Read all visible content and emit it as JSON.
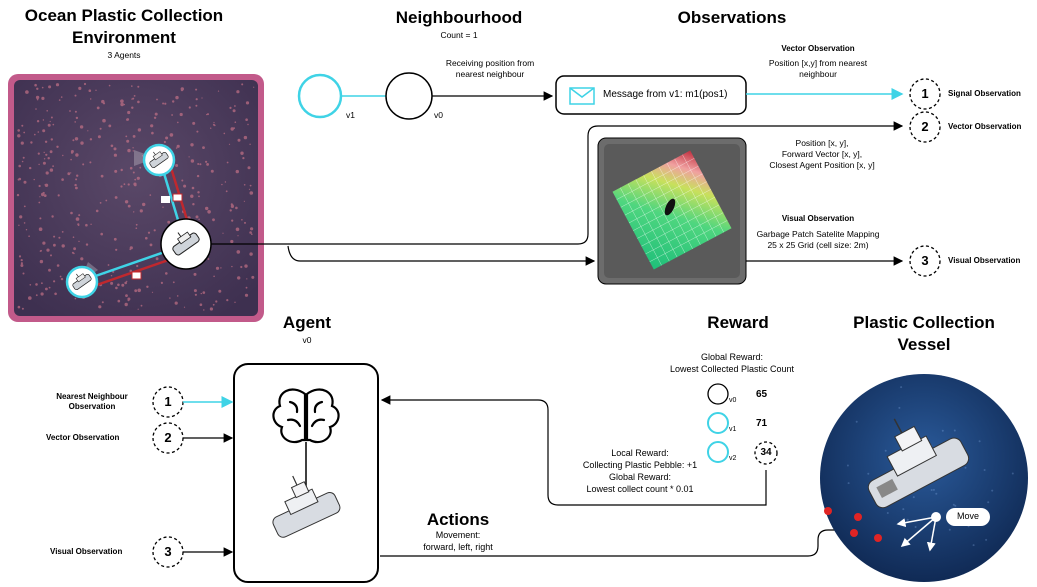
{
  "environment": {
    "title_line1": "Ocean Plastic Collection",
    "title_line2": "Environment",
    "subtitle": "3 Agents"
  },
  "neighbourhood": {
    "title": "Neighbourhood",
    "count": "Count = 1",
    "receiving_text_line1": "Receiving position from",
    "receiving_text_line2": "nearest neighbour",
    "v1_label": "v1",
    "v0_label": "v0",
    "message_label": "Message from v1: m1(pos1)"
  },
  "observations": {
    "title": "Observations",
    "vector_obs_title": "Vector Observation",
    "vector_obs_desc_line1": "Position [x,y] from nearest",
    "vector_obs_desc_line2": "neighbour",
    "signal_observation": "Signal Observation",
    "vector_observation": "Vector Observation",
    "visual_observation": "Visual Observation",
    "vector_details": [
      "Position [x, y],",
      "Forward Vector [x, y],",
      "Closest Agent Position [x, y]"
    ],
    "visual_obs_title": "Visual Observation",
    "visual_obs_desc": [
      "Garbage Patch Satelite Mapping",
      "25 x 25 Grid (cell size: 2m)"
    ],
    "badge_1": "1",
    "badge_2": "2",
    "badge_3": "3"
  },
  "agent": {
    "title": "Agent",
    "subtitle": "v0",
    "input_1": "Nearest Neighbour",
    "input_1b": "Observation",
    "input_2": "Vector Observation",
    "input_3": "Visual Observation",
    "badge_1": "1",
    "badge_2": "2",
    "badge_3": "3"
  },
  "reward": {
    "title": "Reward",
    "global_line1": "Global Reward:",
    "global_line2": "Lowest Collected Plastic Count",
    "rows": [
      {
        "agent": "v0",
        "value": "65"
      },
      {
        "agent": "v1",
        "value": "71"
      },
      {
        "agent": "v2",
        "value": "34"
      }
    ],
    "local_lines": [
      "Local Reward:",
      "Collecting Plastic Pebble: +1",
      "Global Reward:",
      "Lowest collect count * 0.01"
    ]
  },
  "actions": {
    "title": "Actions",
    "line1": "Movement:",
    "line2": "forward, left, right"
  },
  "vessel": {
    "title_line1": "Plastic Collection",
    "title_line2": "Vessel",
    "move_label": "Move"
  },
  "colors": {
    "cyan": "#3fd3e6",
    "red": "#c0282e",
    "env_bg": "#4a3a5c",
    "env_border": "#c25a8a",
    "ocean": "#1b3f76"
  }
}
